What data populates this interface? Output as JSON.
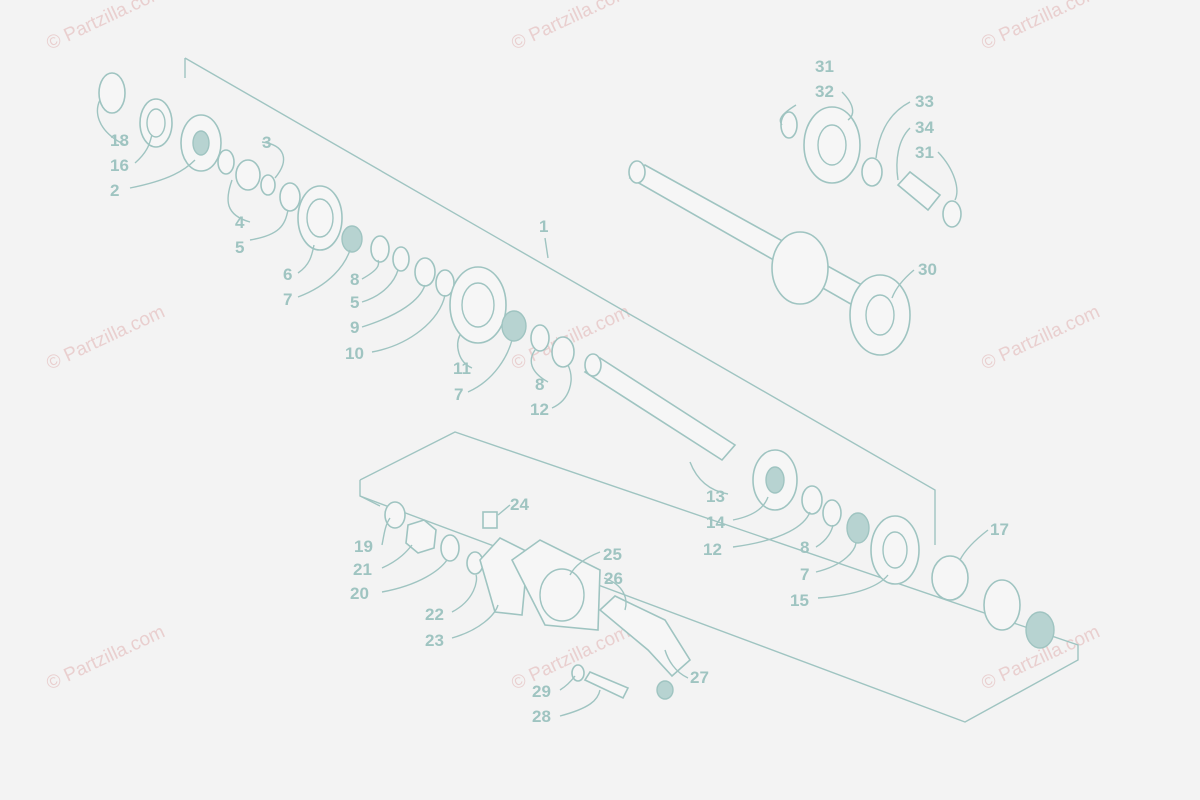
{
  "watermark": "© Partzilla.com",
  "callouts": [
    {
      "id": "c1",
      "text": "1"
    },
    {
      "id": "c2",
      "text": "2"
    },
    {
      "id": "c3",
      "text": "3"
    },
    {
      "id": "c4",
      "text": "4"
    },
    {
      "id": "c5a",
      "text": "5"
    },
    {
      "id": "c5b",
      "text": "5"
    },
    {
      "id": "c6",
      "text": "6"
    },
    {
      "id": "c7a",
      "text": "7"
    },
    {
      "id": "c7b",
      "text": "7"
    },
    {
      "id": "c7c",
      "text": "7"
    },
    {
      "id": "c8a",
      "text": "8"
    },
    {
      "id": "c8b",
      "text": "8"
    },
    {
      "id": "c8c",
      "text": "8"
    },
    {
      "id": "c9",
      "text": "9"
    },
    {
      "id": "c10",
      "text": "10"
    },
    {
      "id": "c11",
      "text": "11"
    },
    {
      "id": "c12a",
      "text": "12"
    },
    {
      "id": "c12b",
      "text": "12"
    },
    {
      "id": "c13",
      "text": "13"
    },
    {
      "id": "c14",
      "text": "14"
    },
    {
      "id": "c15",
      "text": "15"
    },
    {
      "id": "c16",
      "text": "16"
    },
    {
      "id": "c17",
      "text": "17"
    },
    {
      "id": "c18",
      "text": "18"
    },
    {
      "id": "c19",
      "text": "19"
    },
    {
      "id": "c20",
      "text": "20"
    },
    {
      "id": "c21",
      "text": "21"
    },
    {
      "id": "c22",
      "text": "22"
    },
    {
      "id": "c23",
      "text": "23"
    },
    {
      "id": "c24",
      "text": "24"
    },
    {
      "id": "c25",
      "text": "25"
    },
    {
      "id": "c26",
      "text": "26"
    },
    {
      "id": "c27",
      "text": "27"
    },
    {
      "id": "c28",
      "text": "28"
    },
    {
      "id": "c29",
      "text": "29"
    },
    {
      "id": "c30",
      "text": "30"
    },
    {
      "id": "c31a",
      "text": "31"
    },
    {
      "id": "c31b",
      "text": "31"
    },
    {
      "id": "c32",
      "text": "32"
    },
    {
      "id": "c33",
      "text": "33"
    },
    {
      "id": "c34",
      "text": "34"
    }
  ],
  "colors": {
    "line": "#9fc4c1",
    "label": "#9fc4c1",
    "watermark": "#e9cfcf",
    "background": "#f3f3f3"
  }
}
